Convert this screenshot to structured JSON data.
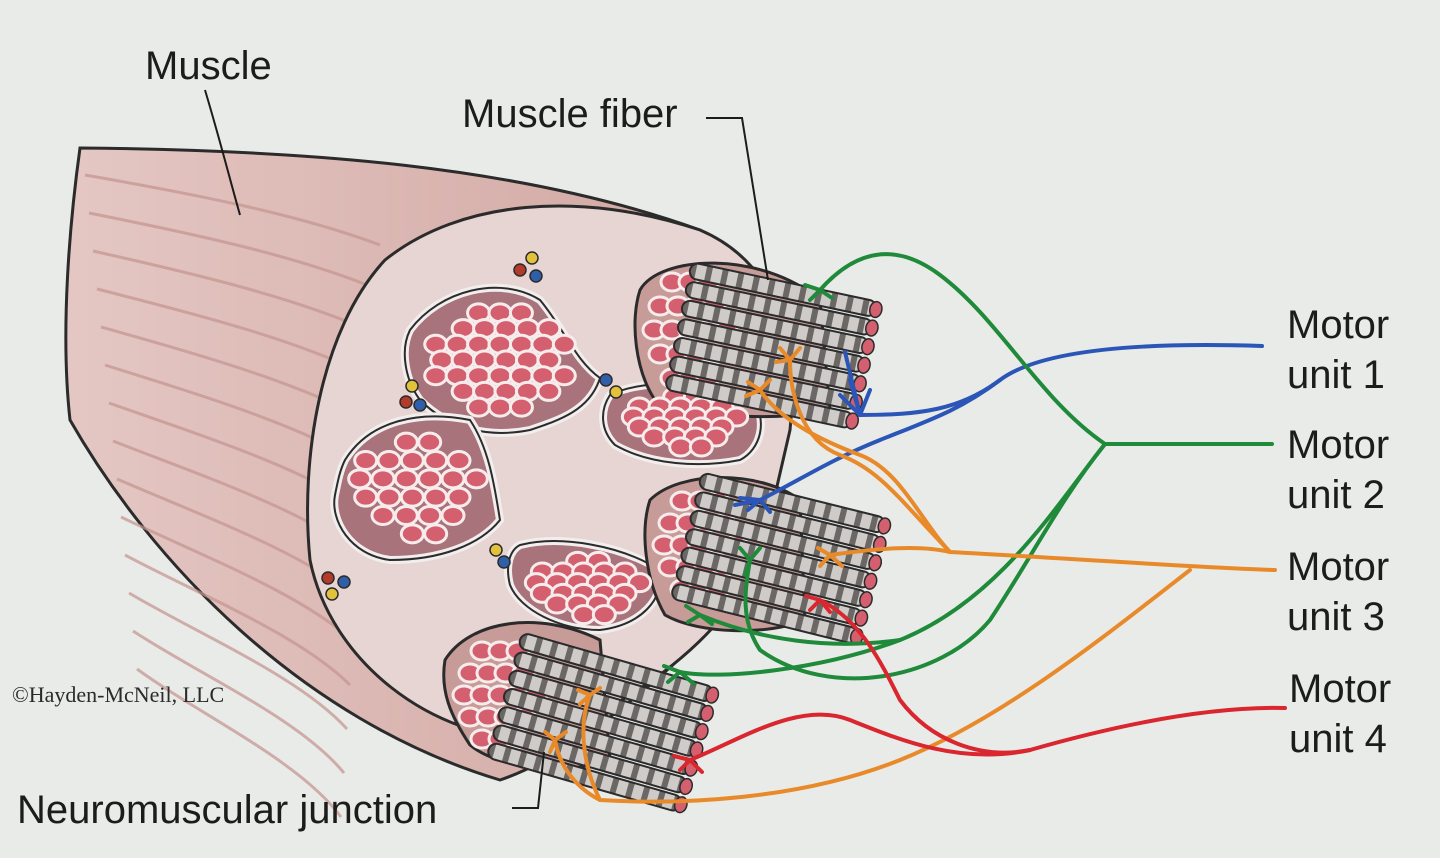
{
  "labels": {
    "muscle": "Muscle",
    "muscle_fiber": "Muscle fiber",
    "neuromuscular_junction": "Neuromuscular junction",
    "copyright": "©Hayden-McNeil, LLC"
  },
  "motor_units": [
    {
      "label": "Motor\nunit 1",
      "color": "#2b56b8"
    },
    {
      "label": "Motor\nunit 2",
      "color": "#1f8a3a"
    },
    {
      "label": "Motor\nunit 3",
      "color": "#e98a2a"
    },
    {
      "label": "Motor\nunit 4",
      "color": "#d9262f"
    }
  ],
  "colors": {
    "background": "#e9ebe8",
    "muscle_tissue": "#d8b3ae",
    "muscle_striation": "#c4948f",
    "fascicle_interior": "#a86a72",
    "fiber_cell": "#d4606f",
    "outline": "#2b2b2b"
  }
}
